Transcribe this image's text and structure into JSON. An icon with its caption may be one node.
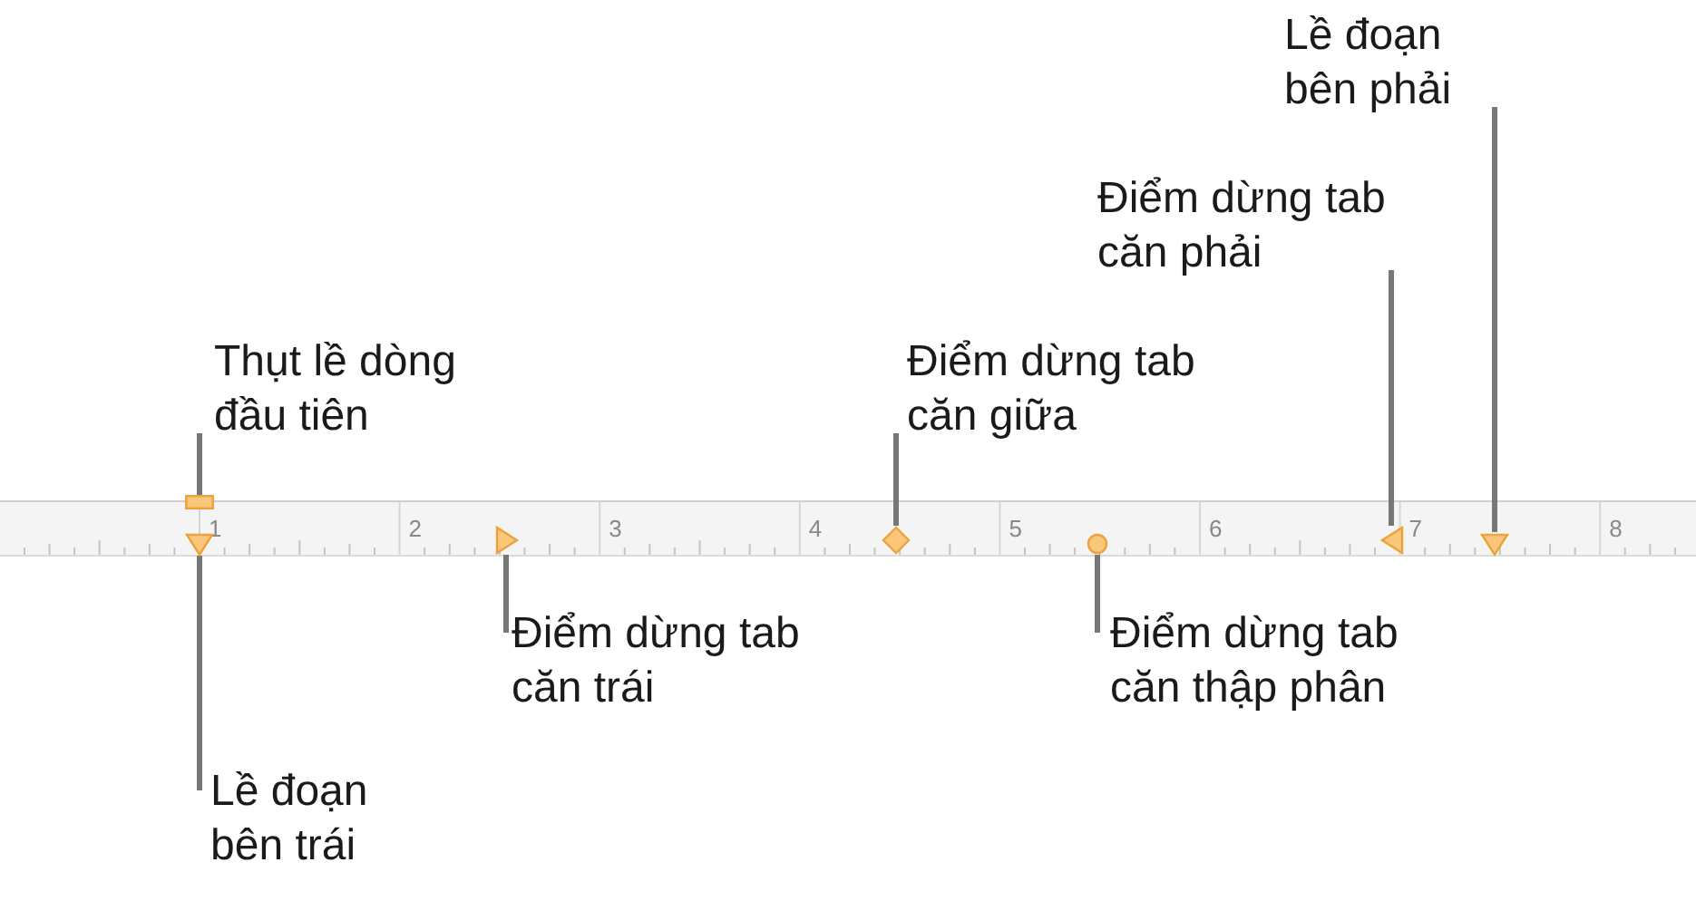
{
  "diagram": {
    "nodes": [
      {
        "text": [
          "Lề đoạn bên phải"
        ]
      },
      {
        "text": [
          "Điểm dừng tab căn phải"
        ]
      },
      {
        "text": [
          "Thụt lề dòng đầu tiên"
        ]
      },
      {
        "text": [
          "Điểm dừng tab căn giữa"
        ]
      },
      {
        "text": [
          "Điểm dừng tab căn trái"
        ]
      },
      {
        "text": [
          "Điểm dừng tab căn thập phân"
        ]
      },
      {
        "text": [
          "Lề đoạn bên trái"
        ]
      },
      {
        "text": [],
        "shape": "box"
      },
      {
        "text": [],
        "shape": "triangle"
      },
      {
        "text": [],
        "shape": "triangle"
      },
      {
        "text": [],
        "shape": "diamond"
      },
      {
        "text": [],
        "shape": "circle"
      },
      {
        "text": [],
        "shape": "triangle"
      },
      {
        "text": [],
        "shape": "triangle"
      }
    ],
    "edges": [
      {
        "from": 0,
        "to": 13,
        "arrow": "none"
      },
      {
        "from": 1,
        "to": 12,
        "arrow": "none"
      },
      {
        "from": 2,
        "to": 7,
        "arrow": "none"
      },
      {
        "from": 3,
        "to": 10,
        "arrow": "none"
      },
      {
        "from": 4,
        "to": 9,
        "arrow": "none"
      },
      {
        "from": 5,
        "to": 11,
        "arrow": "none"
      },
      {
        "from": 6,
        "to": 8,
        "arrow": "none"
      }
    ],
    "labels": [
      "1",
      "2",
      "3",
      "4",
      "5",
      "6",
      "7",
      "8"
    ]
  }
}
